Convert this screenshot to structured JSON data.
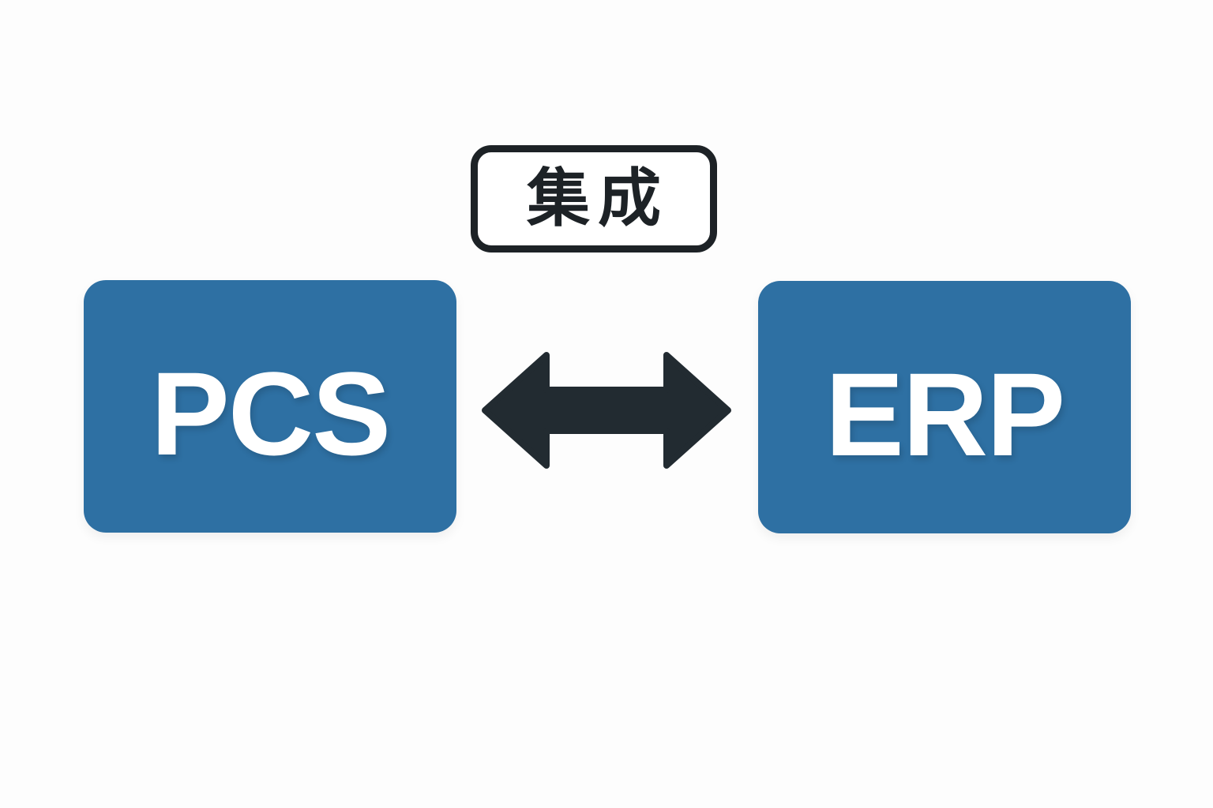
{
  "diagram": {
    "title": "PCS ERP integration diagram",
    "integration_label": "集成",
    "left_node": {
      "label": "PCS"
    },
    "right_node": {
      "label": "ERP"
    },
    "arrow_icon": "double-headed-arrow"
  },
  "colors": {
    "background": "#fdfdfd",
    "node-fill": "#2e70a3",
    "node-text": "#ffffff",
    "arrow-color": "#222b31",
    "label-border": "#1d2226",
    "label-text": "#1d2226",
    "label-fill": "#ffffff"
  }
}
